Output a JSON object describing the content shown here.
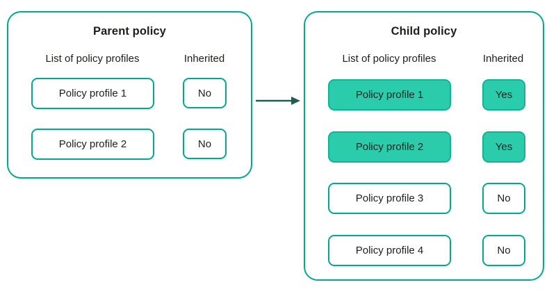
{
  "colors": {
    "accent_border": "#00a88e",
    "highlight_fill": "#2accab",
    "highlight_border": "#12b293",
    "arrow": "#235a52",
    "text": "#1d1d1b"
  },
  "parent": {
    "title": "Parent policy",
    "columns": {
      "profiles": "List of policy profiles",
      "inherited": "Inherited"
    },
    "rows": [
      {
        "profile": "Policy profile 1",
        "inherited": "No",
        "highlighted": false
      },
      {
        "profile": "Policy profile 2",
        "inherited": "No",
        "highlighted": false
      }
    ]
  },
  "child": {
    "title": "Child policy",
    "columns": {
      "profiles": "List of policy profiles",
      "inherited": "Inherited"
    },
    "rows": [
      {
        "profile": "Policy profile 1",
        "inherited": "Yes",
        "highlighted": true
      },
      {
        "profile": "Policy profile 2",
        "inherited": "Yes",
        "highlighted": true
      },
      {
        "profile": "Policy profile 3",
        "inherited": "No",
        "highlighted": false
      },
      {
        "profile": "Policy profile 4",
        "inherited": "No",
        "highlighted": false
      }
    ]
  }
}
